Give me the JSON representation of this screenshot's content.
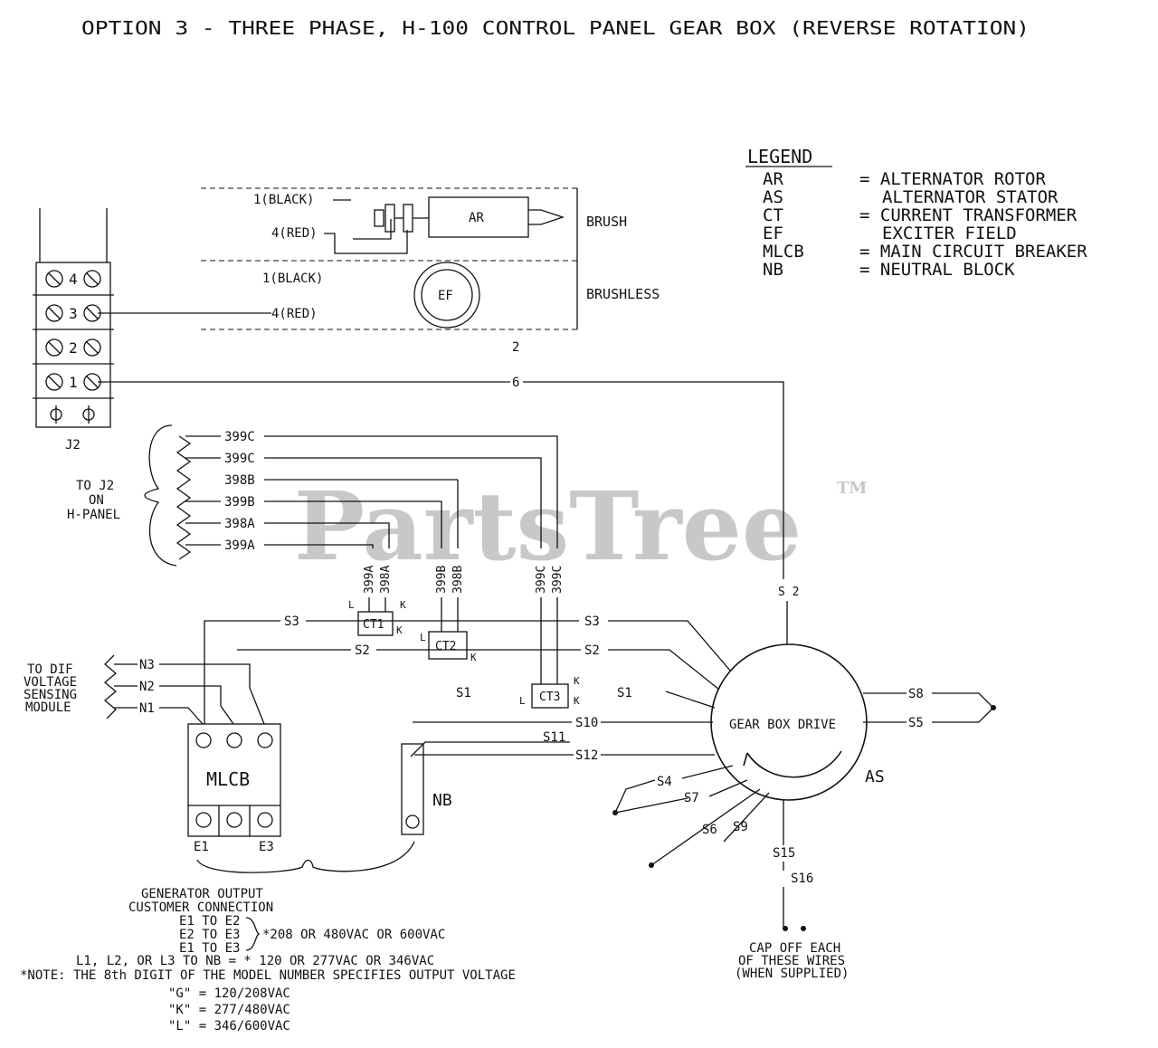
{
  "title": "OPTION 3 - THREE PHASE, H-100 CONTROL PANEL GEAR BOX (REVERSE ROTATION)",
  "watermark": "PartsTree",
  "watermark_tm": "TM",
  "legend": {
    "heading": "LEGEND",
    "items": [
      {
        "abbr": "AR",
        "desc": "= ALTERNATOR ROTOR"
      },
      {
        "abbr": "AS",
        "desc": "ALTERNATOR STATOR"
      },
      {
        "abbr": "CT",
        "desc": "= CURRENT TRANSFORMER"
      },
      {
        "abbr": "EF",
        "desc": "EXCITER FIELD"
      },
      {
        "abbr": "MLCB",
        "desc": "= MAIN CIRCUIT BREAKER"
      },
      {
        "abbr": "NB",
        "desc": "= NEUTRAL BLOCK"
      }
    ]
  },
  "brush_section": {
    "wire_1_black": "1(BLACK)",
    "wire_4_red": "4(RED)",
    "rotor": "AR",
    "brush_label": "BRUSH",
    "wire_1_black_b": "1(BLACK)",
    "wire_4_red_b": "4(RED)",
    "exciter": "EF",
    "brushless_label": "BRUSHLESS",
    "ref_2": "2"
  },
  "terminal_strip": {
    "label": "J2",
    "terminals": [
      "4",
      "3",
      "2",
      "1"
    ]
  },
  "wire_6": "6",
  "sense_wires": {
    "to_label": [
      "TO J2",
      "ON",
      "H-PANEL"
    ],
    "wires": [
      "399C",
      "399C",
      "398B",
      "399B",
      "398A",
      "399A"
    ]
  },
  "ct_wires": [
    "399A",
    "398A",
    "399B",
    "398B",
    "399C",
    "399C"
  ],
  "ct": [
    "CT1",
    "CT2",
    "CT3"
  ],
  "ct_marks": {
    "L": "L",
    "K": "K"
  },
  "stator_wires": {
    "s3_left": "S3",
    "s2_left": "S2",
    "s3_right": "S3",
    "s2_right": "S2",
    "s1_left": "S1",
    "s1_right": "S1",
    "s10": "S10",
    "s11": "S11",
    "s12": "S12",
    "s8": "S8",
    "s5": "S5",
    "s4": "S4",
    "s7": "S7",
    "s6": "S6",
    "s9": "S9",
    "s15": "S15",
    "s16": "S16",
    "s2_top": "S 2"
  },
  "drive_label": "GEAR BOX DRIVE",
  "stator_label": "AS",
  "voltage_module": {
    "label": [
      "TO DIF",
      "VOLTAGE",
      "SENSING",
      "MODULE"
    ],
    "wires": [
      "N3",
      "N2",
      "N1"
    ]
  },
  "breaker": {
    "label": "MLCB",
    "out_left": "E1",
    "out_right": "E3"
  },
  "neutral_block": "NB",
  "cap_note": [
    "CAP OFF EACH",
    "OF THESE WIRES",
    "(WHEN SUPPLIED)"
  ],
  "output_notes": {
    "heading_1": "GENERATOR OUTPUT",
    "heading_2": "CUSTOMER CONNECTION",
    "pairs": [
      "E1 TO E2",
      "E2 TO E3",
      "E1 TO E3"
    ],
    "pairs_value": "*208 OR 480VAC OR 600VAC",
    "line_to_neutral": "L1, L2, OR L3 TO NB = * 120 OR 277VAC OR 346VAC",
    "note": "*NOTE: THE 8th DIGIT OF THE MODEL NUMBER SPECIFIES OUTPUT VOLTAGE",
    "codes": [
      "\"G\" = 120/208VAC",
      "\"K\" = 277/480VAC",
      "\"L\" = 346/600VAC"
    ]
  }
}
